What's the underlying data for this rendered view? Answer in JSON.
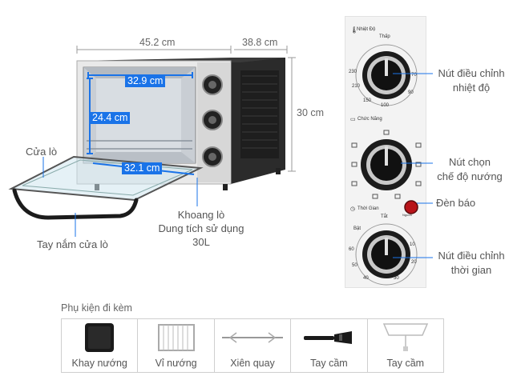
{
  "dimensions": {
    "width": "45.2 cm",
    "depth": "38.8 cm",
    "height": "30 cm",
    "inner_width": "32.9 cm",
    "inner_height": "24.4 cm",
    "inner_depth": "32.1 cm"
  },
  "oven_labels": {
    "door": "Cửa lò",
    "door_handle": "Tay nắm cửa lò",
    "cavity_line1": "Khoang lò",
    "cavity_line2": "Dung tích sử dụng",
    "cavity_line3": "30L"
  },
  "panel": {
    "temp_title": "Nhiệt Độ",
    "temp_low": "Thấp",
    "temp_marks": [
      "230",
      "210",
      "150",
      "100",
      "90",
      "70"
    ],
    "mode_title": "Chức Năng",
    "timer_title": "Thời Gian",
    "timer_off": "Tắt",
    "timer_on": "Bật",
    "timer_marks": [
      "60",
      "50",
      "40",
      "30",
      "20",
      "10"
    ],
    "indicator_text": "Nguồn"
  },
  "callouts": {
    "temp_knob_1": "Nút điều chỉnh",
    "temp_knob_2": "nhiệt độ",
    "mode_knob_1": "Nút chọn",
    "mode_knob_2": "chế độ nướng",
    "lamp": "Đèn báo",
    "timer_knob_1": "Nút điều chỉnh",
    "timer_knob_2": "thời gian"
  },
  "accessories": {
    "title": "Phụ kiện đi kèm",
    "items": [
      {
        "name": "Khay nướng",
        "icon": "baking-tray-icon"
      },
      {
        "name": "Vỉ nướng",
        "icon": "grill-rack-icon"
      },
      {
        "name": "Xiên quay",
        "icon": "rotisserie-spit-icon"
      },
      {
        "name": "Tay cầm",
        "icon": "tongs-icon"
      },
      {
        "name": "Tay cầm",
        "icon": "rack-handle-icon"
      }
    ]
  },
  "colors": {
    "accent_blue": "#1a73e8",
    "oven_body": "#2b2b2b",
    "lamp_red": "#b8141a"
  }
}
